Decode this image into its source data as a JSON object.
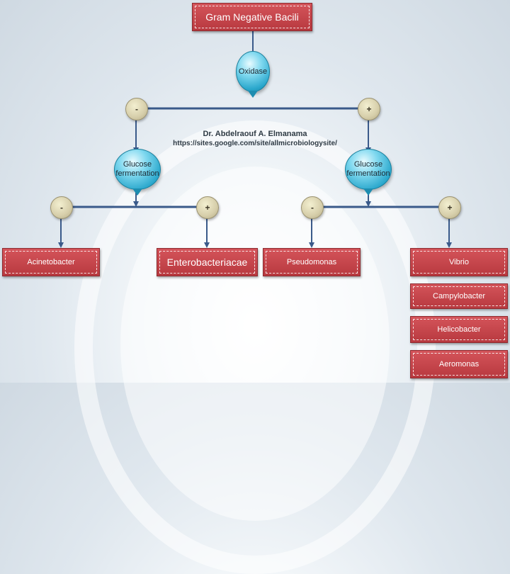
{
  "title": "Gram Negative Bacili",
  "credit": {
    "author": "Dr. Abdelraouf A. Elmanama",
    "url": "https://sites.google.com/site/allmicrobiologysite/"
  },
  "tests": {
    "oxidase": "Oxidase",
    "glucose_left": "Glucose fermentation",
    "glucose_right": "Glucose fermentation"
  },
  "signs": {
    "negative": "-",
    "positive": "+"
  },
  "results": {
    "acinetobacter": "Acinetobacter",
    "enterobacteriaceae": "Enterobacteriacae",
    "pseudomonas": "Pseudomonas",
    "vibrio": "Vibrio",
    "campylobacter": "Campylobacter",
    "helicobacter": "Helicobacter",
    "aeromonas": "Aeromonas"
  },
  "colors": {
    "box_fill": "#c0444a",
    "connector": "#3a5a8a",
    "bubble": "#2aa7cc",
    "sign": "#d6ceaa"
  }
}
